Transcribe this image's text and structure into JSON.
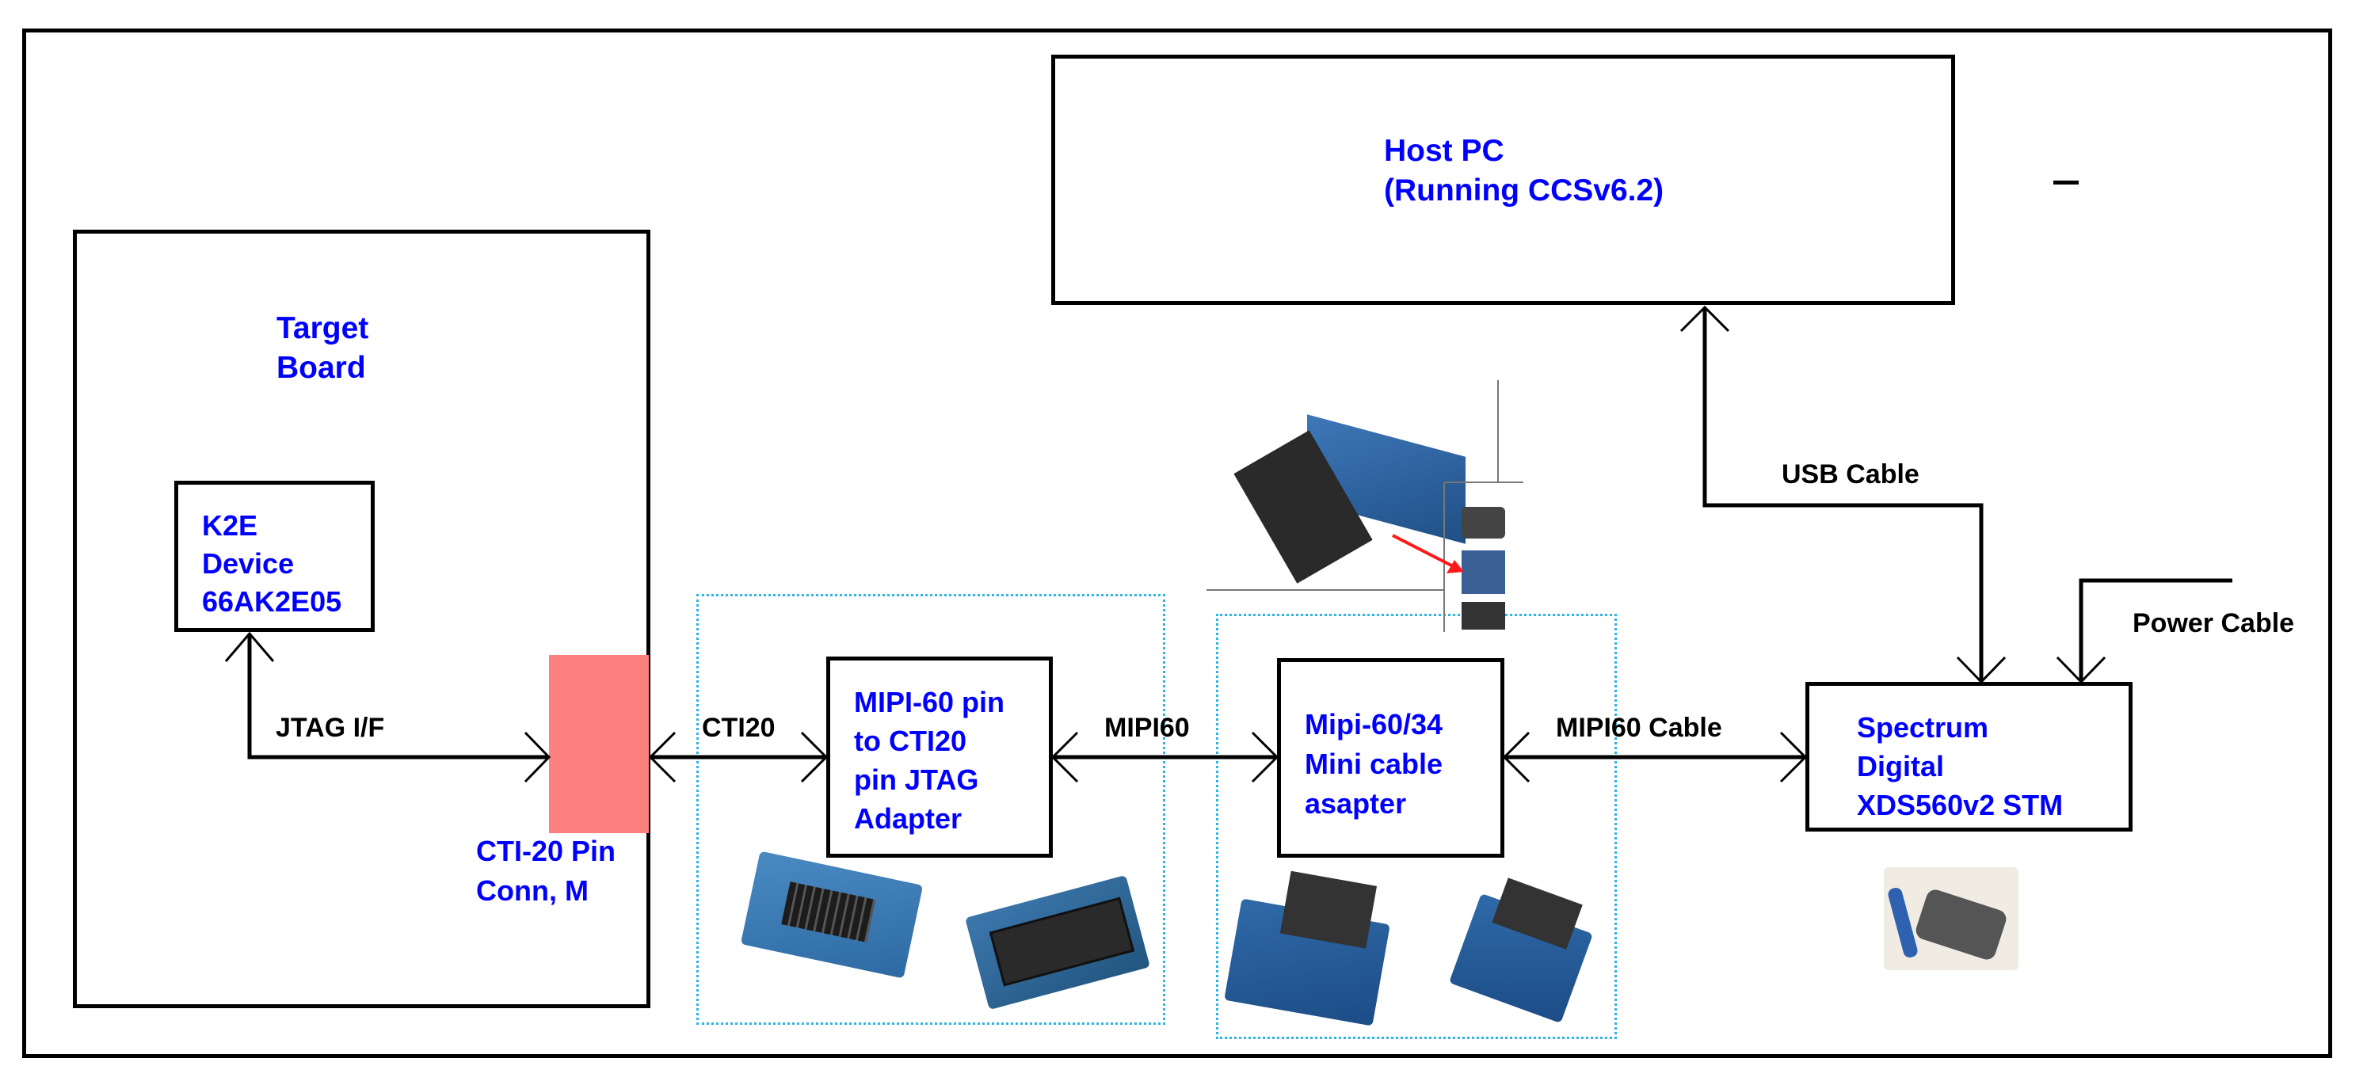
{
  "diagram": {
    "host_pc": {
      "line1": "Host PC",
      "line2": "(Running CCSv6.2)"
    },
    "target_board": {
      "line1": "Target",
      "line2": "Board"
    },
    "k2e_device": {
      "line1": "K2E",
      "line2": "Device",
      "line3": "66AK2E05"
    },
    "cti_connector": {
      "line1": "CTI-20 Pin",
      "line2": "Conn, M"
    },
    "adapter": {
      "line1": "MIPI-60 pin",
      "line2": "to CTI20",
      "line3": "pin JTAG",
      "line4": "Adapter"
    },
    "mini_cable_adapter": {
      "line1": "Mipi-60/34",
      "line2": "Mini cable",
      "line3": "asapter"
    },
    "emulator": {
      "line1": "Spectrum",
      "line2": "Digital",
      "line3": "XDS560v2 STM"
    },
    "links": {
      "jtag": "JTAG I/F",
      "cti20": "CTI20",
      "mipi60": "MIPI60",
      "mipi60_cable": "MIPI60 Cable",
      "usb_cable": "USB Cable",
      "power_cable": "Power Cable"
    },
    "colors": {
      "label_blue": "#0000ff",
      "connector_pink": "#ff8080",
      "group_cyan": "#2bb4e8"
    }
  }
}
